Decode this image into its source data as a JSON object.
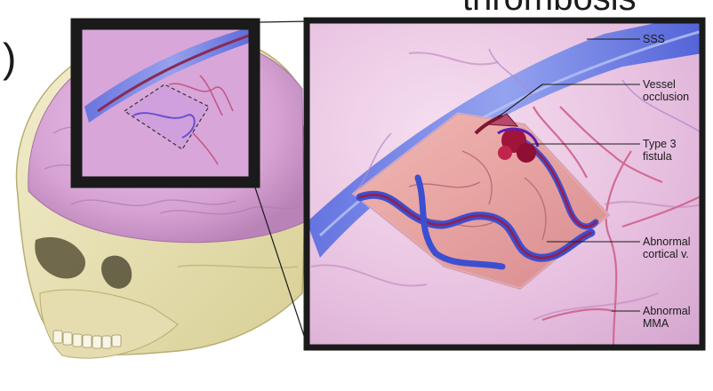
{
  "header": {
    "title_fragment": "thrombosis",
    "paren_fragment": ")"
  },
  "labels": {
    "sss": "SSS",
    "vessel_occlusion": "Vessel\nocclusion",
    "type3_fistula": "Type 3\nfistula",
    "abnormal_cortical": "Abnormal\ncortical v.",
    "abnormal_mma": "Abnormal\nMMA"
  },
  "colors": {
    "brain": "#d9a9d6",
    "brain_dark": "#b67bb6",
    "skull": "#e9e3b8",
    "vein_blue": "#3c4fd1",
    "artery_red": "#b0103a",
    "frame": "#1a1a1a"
  }
}
